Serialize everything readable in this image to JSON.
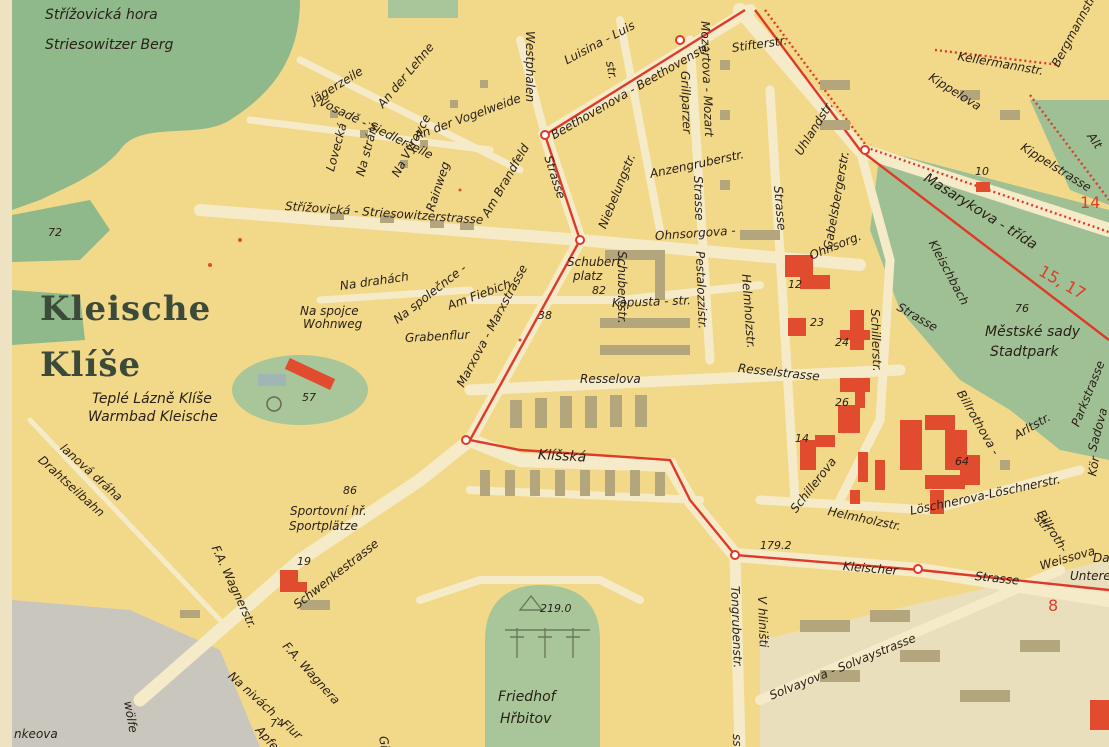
{
  "district": {
    "name_de": "Kleische",
    "name_cs": "Klíše"
  },
  "streets": {
    "strizovicka_top": "Střížovická hora",
    "striesowitzer_berg": "Striesowitzer Berg",
    "jagerzeile": "Jägerzeile",
    "an_der_lehne": "An der Lehne",
    "vosade": "Vosadě - Siedlerzeile",
    "an_der_vogelweide": "An der Vogelweide",
    "lovecka": "Lovecká",
    "na_strani": "Na stráni",
    "na_vyrovce": "Na Výrovce",
    "rainweg": "Rainweg",
    "am_brandfeld": "Am Brandfeld",
    "westphalen": "Westphalen",
    "strasse_west": "Strasse",
    "luisina": "Luisina - Luis",
    "str_small": "str.",
    "beethovenova": "Beethovenova - Beethovenstr.",
    "mozartova": "Mozartova - Mozart",
    "stifterstr": "Stifterstr.",
    "kellermannstr": "Kellermannstr.",
    "bergmannstr": "Bergmannstr.",
    "kippelova": "Kippelova",
    "kippelstrasse": "Kippelstrasse",
    "alt": "Alt",
    "grillparzer": "Grillparzer",
    "niebelungstr": "Niebelungstr.",
    "anzengruberstr": "Anzengruberstr.",
    "strasse_mid": "Strasse",
    "uhlandstr": "Uhlandstr.",
    "strasse_mozart": "Strasse",
    "gabelsbergerstr": "Gabelsbergerstr.",
    "masarykova": "Masarykova - třída",
    "strizovicka_main": "Střížovická - Striesowitzerstrasse",
    "ohnsorgova": "Ohnsorgova -",
    "ohnsorg": "Ohnsorg.",
    "schubert_platz_1": "Schubert",
    "schubert_platz_2": "platz",
    "schubertstr": "Schubertstr.",
    "pestalozzistr": "Pestalozzistr.",
    "helmholzstr": "Helmholzstr.",
    "kleischbach": "Kleischbach",
    "na_drahach": "Na drahách",
    "na_spolcence": "Na společnce -",
    "am_fiebich": "Am Fiebich",
    "na_spojce": "Na spojce",
    "wohnweg": "Wohnweg",
    "grabenflur": "Grabenflur",
    "marxova": "Marxova - Marxstrasse",
    "kapusta": "Kapusta - str.",
    "schillerstr": "Schillerstr.",
    "strasse_schiller": "Strasse",
    "mestske_sady": "Městské sady",
    "stadtpark": "Stadtpark",
    "resselova": "Resselova",
    "resselstrasse": "Resselstrasse",
    "parkstrasse": "Parkstrasse",
    "sadova": "Sadova",
    "teple_lazne": "Teplé Lázně Klíše",
    "warmbad": "Warmbad Kleische",
    "klisska": "Klíšská",
    "billrothova": "Billrothova -",
    "arltstr": "Arltstr.",
    "lanova_draha": "lanová dráha",
    "drahtseilbahn": "Drahtseilbahn",
    "schillerova": "Schillerova",
    "helmholzstr2": "Helmholzstr.",
    "loschnerova": "Löschnerova-Löschnerstr.",
    "billroth_str": "Billroth-",
    "str_billroth": "str.",
    "sportovni": "Sportovní hř.",
    "sportplatze": "Sportplätze",
    "weissova": "Weissova",
    "fa_wagnerstr": "F.A. Wagnerstr.",
    "schwenkestrasse": "Schwenkestrasse",
    "tongrubenstr": "Tongrubenstr.",
    "kleischer": "Kleischer",
    "strasse_kleischer": "Strasse",
    "da": "Da",
    "untere": "Untere",
    "v_hlinisti": "V hliništi",
    "solvayova": "Solvayova - Solvaystrasse",
    "fa_wagnera": "F.A. Wagnera",
    "na_nivach": "Na nivách - Flur",
    "friedhof": "Friedhof",
    "hrbitov": "Hřbitov",
    "nkeova": "nkeova",
    "wolfe": "wölfe",
    "gir": "Gir",
    "ss": "ss",
    "apfe": "Apfe",
    "kor": "Kör"
  },
  "numbers": {
    "n72": "72",
    "n10": "10",
    "n14": "14",
    "route_15_17": "15, 17",
    "n82": "82",
    "n38": "38",
    "n12": "12",
    "n23": "23",
    "n24": "24",
    "n76": "76",
    "n57": "57",
    "n26": "26",
    "n14b": "14",
    "n64": "64",
    "n86": "86",
    "n19": "19",
    "n179": "179.2",
    "n8": "8",
    "n219": "219.0",
    "n74": "74"
  },
  "colors": {
    "paper": "#f2d98a",
    "park": "#b7cfa2",
    "forest": "#8fb88b",
    "road": "#f5ebc9",
    "block": "#b3a67c",
    "public": "#e24c2e",
    "tram": "#df3a28"
  }
}
